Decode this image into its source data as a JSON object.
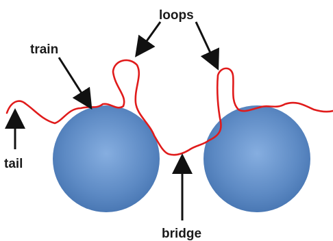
{
  "labels": {
    "loops": "loops",
    "train": "train",
    "tail": "tail",
    "bridge": "bridge"
  },
  "colors": {
    "polymer_chain": "#e01b1b",
    "particle_center": "#7fa8d8",
    "particle_edge": "#4a78b4",
    "arrow": "#111111",
    "label_text": "#1a1a1a"
  },
  "icons": {
    "particle": "sphere-icon",
    "arrow": "arrow-icon"
  }
}
